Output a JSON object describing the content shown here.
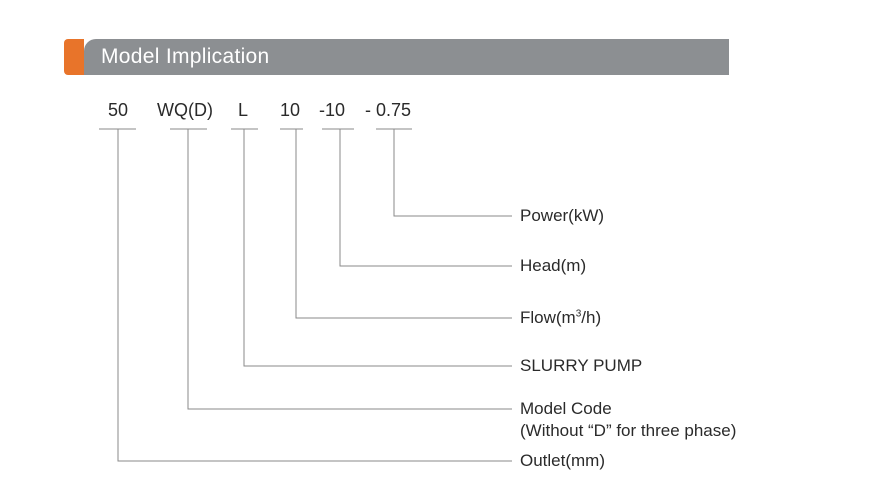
{
  "header": {
    "title": "Model Implication",
    "accent_color": "#e8742a",
    "bar_color": "#8c8f92"
  },
  "model_code": {
    "parts": [
      "50",
      "WQ(D)",
      "L",
      "10",
      "-10",
      "- 0.75"
    ]
  },
  "labels": {
    "power": "Power(kW)",
    "head": "Head(m)",
    "flow_prefix": "Flow(m",
    "flow_sup": "3",
    "flow_suffix": "/h)",
    "slurry_pump": "SLURRY PUMP",
    "model_code_line1": "Model Code",
    "model_code_line2": "(Without “D” for three phase)",
    "outlet": "Outlet(mm)"
  }
}
